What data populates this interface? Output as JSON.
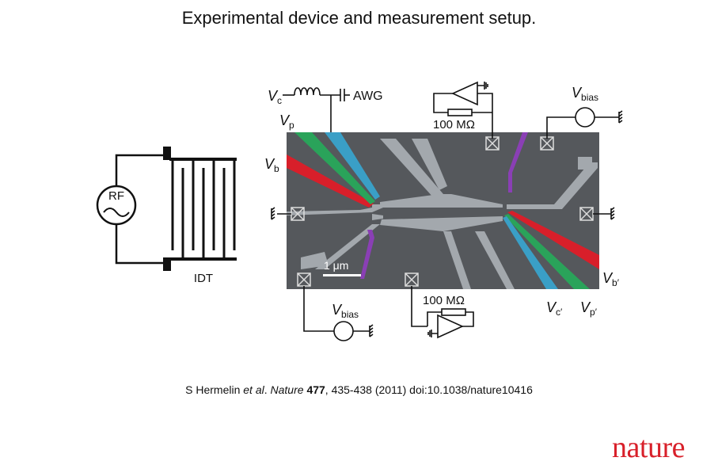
{
  "title": "Experimental device and measurement setup.",
  "citation": {
    "authors": "S Hermelin ",
    "et_al": "et al",
    "sep1": ". ",
    "journal": "Nature",
    "space": " ",
    "volume": "477",
    "rest": ", 435-438 (2011) doi:10.1038/nature10416"
  },
  "logo": "nature",
  "labels": {
    "rf": "RF",
    "idt": "IDT",
    "vc_base": "V",
    "vc_sub": "c",
    "awg": "AWG",
    "vp_base": "V",
    "vp_sub": "p",
    "vb_base": "V",
    "vb_sub": "b",
    "res_top": "100 MΩ",
    "vbias_top_base": "V",
    "vbias_top_sub": "bias",
    "scale": "1 μm",
    "res_bottom": "100 MΩ",
    "vbias_bottom_base": "V",
    "vbias_bottom_sub": "bias",
    "vb2_base": "V",
    "vb2_sub": "b′",
    "vc2_base": "V",
    "vc2_sub": "c′",
    "vp2_base": "V",
    "vp2_sub": "p′"
  },
  "colors": {
    "red_gate": "#d81f2a",
    "green_gate": "#2aa35a",
    "blue_gate": "#3a9fc6",
    "purple_gate": "#8a3fb5",
    "sample_bg": "#55585c",
    "metal": "#9ea3a8",
    "logo": "#d8202a"
  }
}
